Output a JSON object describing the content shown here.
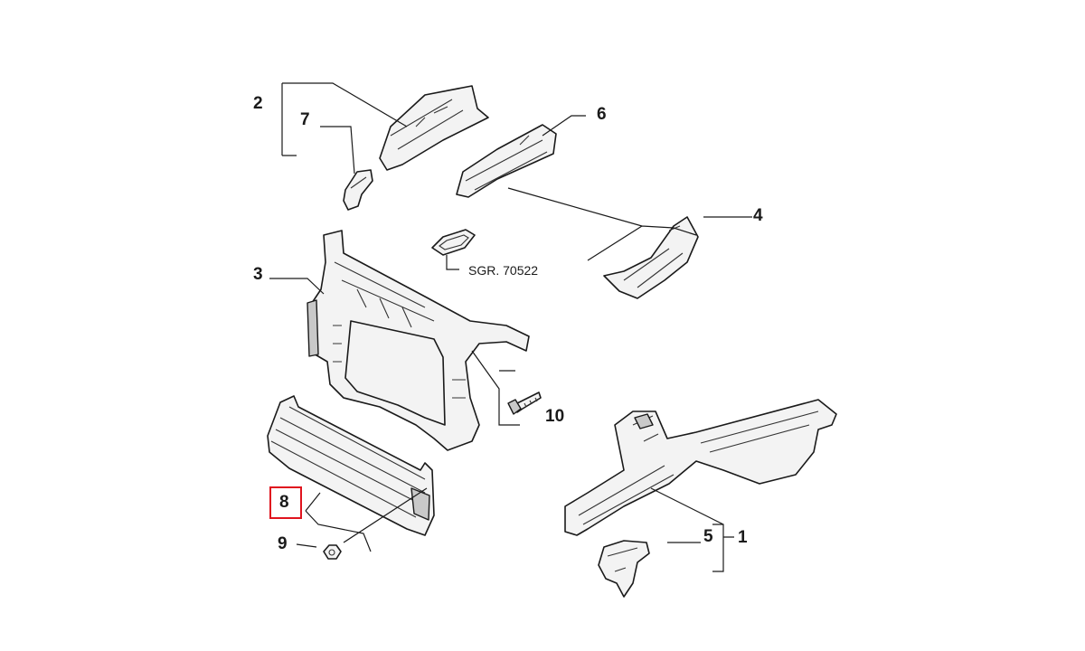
{
  "callouts": {
    "c1": "1",
    "c2": "2",
    "c3": "3",
    "c4": "4",
    "c5": "5",
    "c6": "6",
    "c7": "7",
    "c8": "8",
    "c9": "9",
    "c10": "10"
  },
  "reference_note": "SGR. 70522",
  "highlighted_callout": "8",
  "colors": {
    "line": "#1a1a1a",
    "highlight": "#e0141e",
    "background": "#ffffff"
  }
}
